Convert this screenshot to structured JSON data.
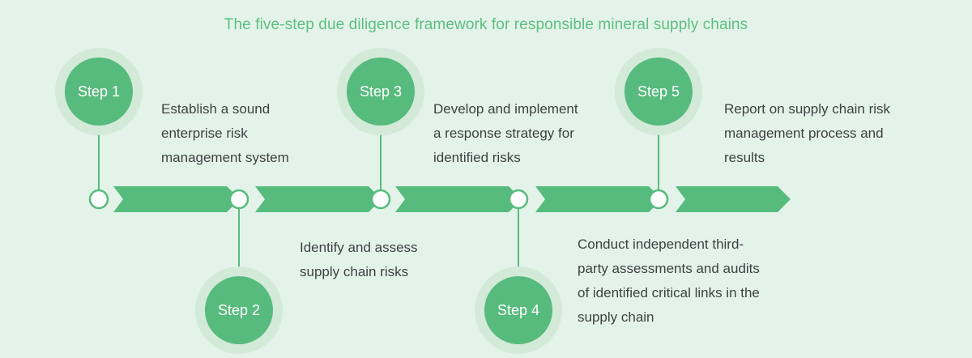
{
  "title": "The five-step due diligence framework for responsible mineral supply chains",
  "colors": {
    "background": "#e4f3ea",
    "accent": "#57bb7d",
    "title": "#5cbf80",
    "halo": "#d3ead9",
    "text": "#3e4144",
    "node_fill": "#ffffff"
  },
  "steps": [
    {
      "label": "Step 1",
      "position": "above",
      "lines": [
        "Establish a sound",
        "enterprise risk",
        "management system"
      ]
    },
    {
      "label": "Step 2",
      "position": "below",
      "lines": [
        "Identify and assess",
        "supply chain risks"
      ]
    },
    {
      "label": "Step 3",
      "position": "above",
      "lines": [
        "Develop and implement",
        "a response strategy for",
        "identified risks"
      ]
    },
    {
      "label": "Step 4",
      "position": "below",
      "lines": [
        "Conduct independent third-",
        "party assessments and audits",
        "of identified critical links in the",
        "supply chain"
      ]
    },
    {
      "label": "Step 5",
      "position": "above",
      "lines": [
        "Report on supply chain risk",
        "management process and",
        "results"
      ]
    }
  ]
}
